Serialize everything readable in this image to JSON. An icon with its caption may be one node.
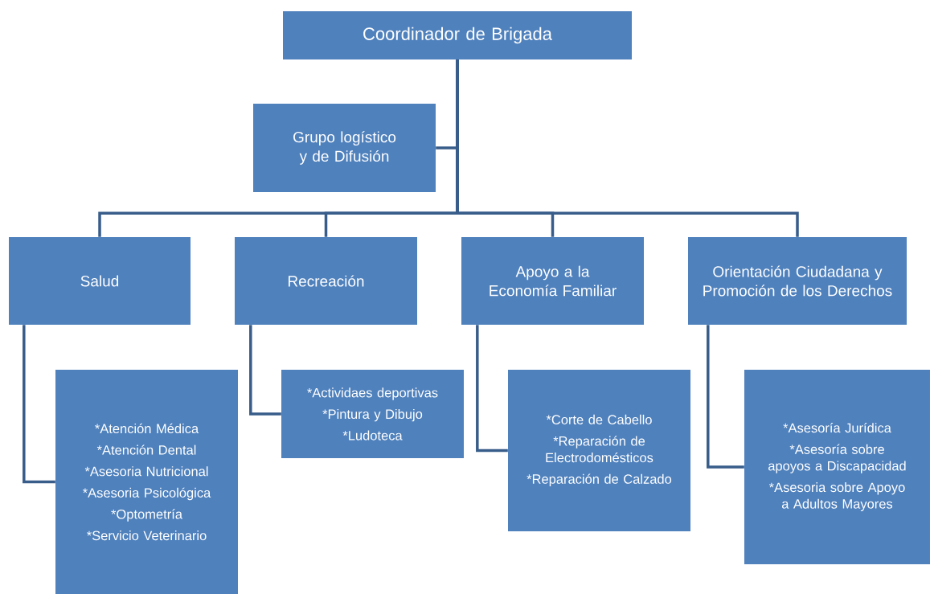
{
  "diagram": {
    "nodes": [
      {
        "text": [
          "Coordinador de Brigada"
        ]
      },
      {
        "text": [
          "Grupo logístico y de Difusión"
        ]
      },
      {
        "text": [
          "Salud"
        ]
      },
      {
        "text": [
          "Recreación"
        ]
      },
      {
        "text": [
          "Apoyo a la Economía Familiar"
        ]
      },
      {
        "text": [
          "Orientación Ciudadana y Promoción de los Derechos"
        ]
      },
      {
        "text": [
          "*Atención Médica",
          "*Atención Dental",
          "*Asesoria Nutricional",
          "*Asesoria Psicológica",
          "*Optometría",
          "*Servicio Veterinario"
        ]
      },
      {
        "text": [
          "*Actividaes deportivas",
          "*Pintura y Dibujo",
          "*Ludoteca"
        ]
      },
      {
        "text": [
          "*Corte de Cabello",
          "*Reparación de Electrodomésticos",
          "*Reparación de Calzado"
        ]
      },
      {
        "text": [
          "*Asesoría Jurídica",
          "*Asesoría sobre apoyos a Discapacidad",
          "*Asesoria sobre Apoyo a Adultos Mayores"
        ]
      }
    ],
    "edges": [
      {
        "from": 0,
        "to": 1,
        "arrow": "none"
      },
      {
        "from": 0,
        "to": 2,
        "arrow": "none"
      },
      {
        "from": 0,
        "to": 3,
        "arrow": "none"
      },
      {
        "from": 0,
        "to": 4,
        "arrow": "none"
      },
      {
        "from": 0,
        "to": 5,
        "arrow": "none"
      },
      {
        "from": 2,
        "to": 6,
        "arrow": "none"
      },
      {
        "from": 3,
        "to": 7,
        "arrow": "none"
      },
      {
        "from": 4,
        "to": 8,
        "arrow": "none"
      },
      {
        "from": 5,
        "to": 9,
        "arrow": "none"
      }
    ]
  }
}
